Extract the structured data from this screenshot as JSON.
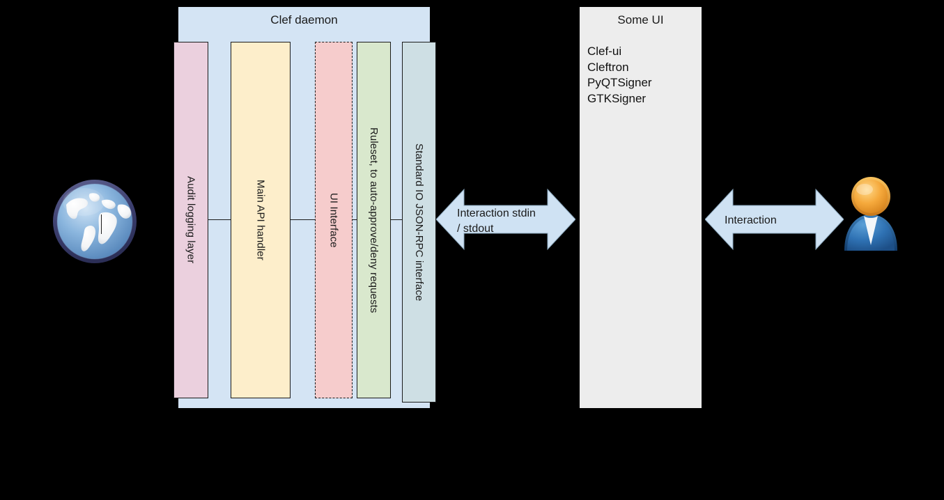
{
  "diagram": {
    "daemon": {
      "title": "Clef daemon",
      "columns": [
        {
          "label": "Audit logging layer",
          "color": "#ebd0de",
          "style": "solid"
        },
        {
          "label": "Main API handler",
          "color": "#fdeecb",
          "style": "solid"
        },
        {
          "label": "UI Interface",
          "color": "#f6cccc",
          "style": "dashed"
        },
        {
          "label": "Ruleset, to auto-approve/deny requests",
          "color": "#d9e8cd",
          "style": "solid"
        },
        {
          "label": "Standard IO JSON-RPC interface",
          "color": "#cedfe4",
          "style": "solid"
        }
      ],
      "background": "#d4e4f4"
    },
    "ui_panel": {
      "title": "Some UI",
      "background": "#ededed",
      "items": [
        "Clef-ui",
        "Cleftron",
        "PyQTSigner",
        "GTKSigner"
      ]
    },
    "arrows": [
      {
        "name": "stdio",
        "label": "Interaction stdin / stdout",
        "line1": "Interaction stdin",
        "line2": "/ stdout",
        "color": "#cfe2f3"
      },
      {
        "name": "interaction",
        "label": "Interaction",
        "line1": "Interaction",
        "line2": "",
        "color": "#cfe2f3"
      }
    ],
    "icons": {
      "globe": "globe-icon",
      "user": "user-icon"
    },
    "colors": {
      "canvas": "#000000",
      "stroke": "#1a1a1a",
      "arrow_fill": "#cfe2f3",
      "arrow_stroke": "#8aa7bd"
    }
  }
}
